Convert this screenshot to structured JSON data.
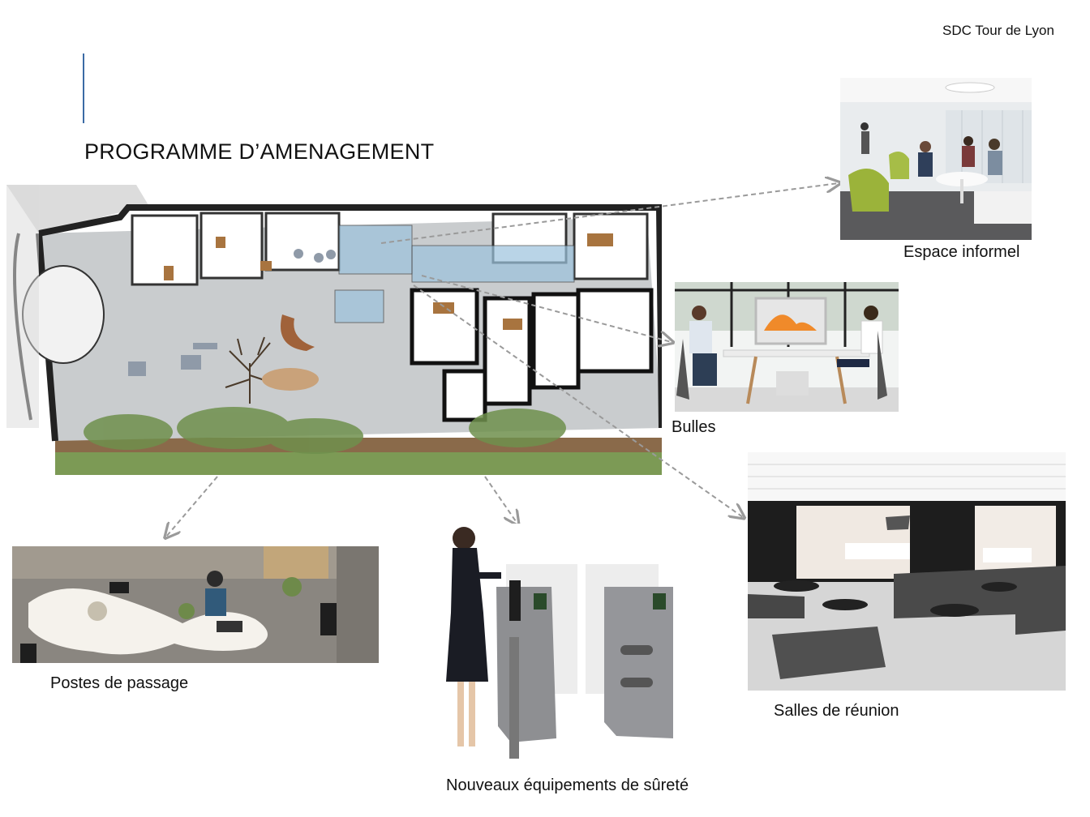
{
  "header": {
    "client": "SDC Tour de Lyon",
    "title": "PROGRAMME D’AMENAGEMENT"
  },
  "captions": {
    "informal": "Espace informel",
    "bubbles": "Bulles",
    "passage": "Postes de passage",
    "security": "Nouveaux équipements de sûreté",
    "meeting": "Salles de réunion"
  },
  "colors": {
    "accent_rule": "#3b6ba5",
    "arrow": "#9a9a9a",
    "floor": "#c9ccce",
    "wall": "#2a2a2a",
    "lawn": "#7c9a55"
  }
}
